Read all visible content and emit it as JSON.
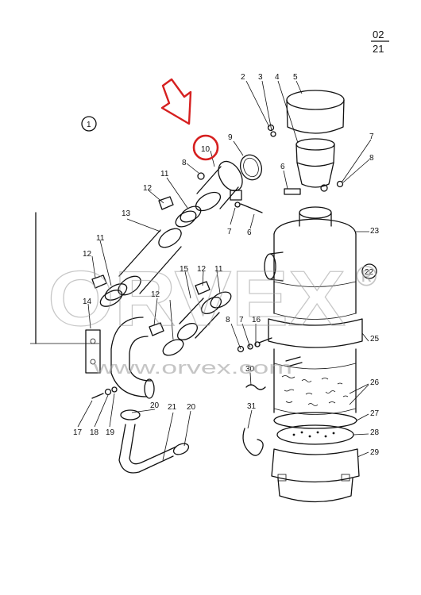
{
  "page": {
    "top": "02",
    "bottom": "21"
  },
  "view_number": "1",
  "watermark": {
    "brand": "ORVEX",
    "registered": "®",
    "url": "www.orvex.com"
  },
  "highlight": {
    "part": "10",
    "color": "#d62020",
    "arrow_color": "#d62020"
  },
  "labels": {
    "p2": "2",
    "p3": "3",
    "p4": "4",
    "p5": "5",
    "p6a": "6",
    "p6b": "6",
    "p7a": "7",
    "p7b": "7",
    "p7c": "7",
    "p8a": "8",
    "p8b": "8",
    "p8c": "8",
    "p9": "9",
    "p11a": "11",
    "p11b": "11",
    "p11c": "11",
    "p12a": "12",
    "p12b": "12",
    "p12c": "12",
    "p12d": "12",
    "p13": "13",
    "p14": "14",
    "p15": "15",
    "p16": "16",
    "p17": "17",
    "p18": "18",
    "p19": "19",
    "p20a": "20",
    "p20b": "20",
    "p21": "21",
    "p22": "22",
    "p23": "23",
    "p25": "25",
    "p26": "26",
    "p27": "27",
    "p28": "28",
    "p29": "29",
    "p30": "30",
    "p31": "31"
  }
}
